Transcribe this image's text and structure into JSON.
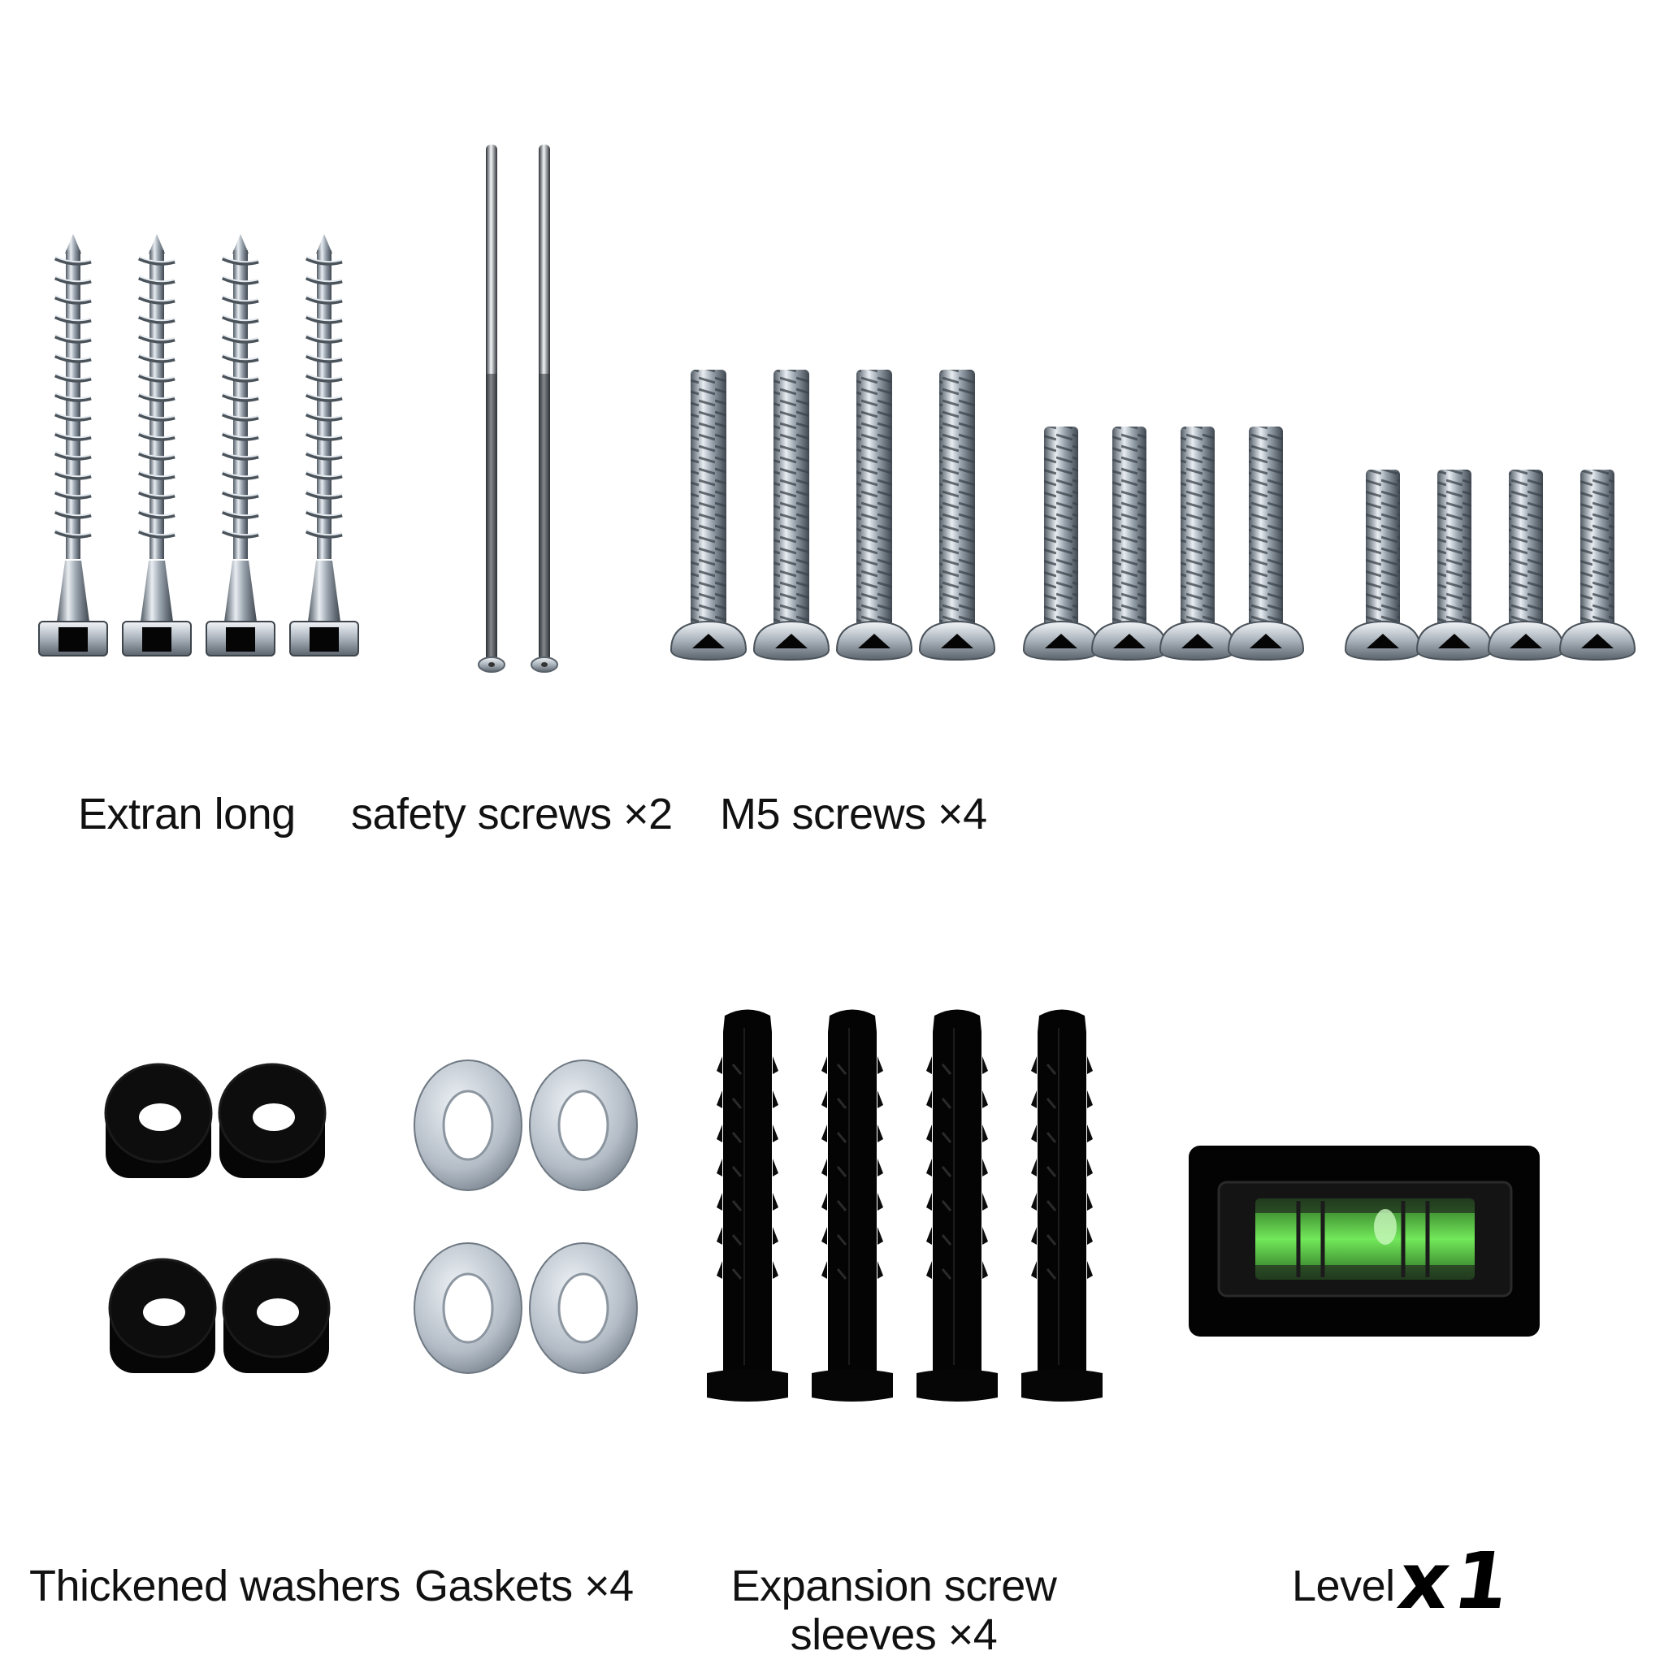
{
  "background": "#ffffff",
  "labels": {
    "extra_long": "Extran long",
    "safety_screws": "safety screws ×2",
    "m5_screws": "M5 screws ×4",
    "thickened_washers": "Thickened washers",
    "gaskets": "Gaskets ×4",
    "expansion_sleeves_line1": "Expansion screw",
    "expansion_sleeves_line2": "sleeves ×4",
    "level": "Level",
    "level_handwritten_qty": "x1"
  },
  "counts": {
    "lag_screws": 4,
    "safety_screws": 2,
    "m5_groups": 3,
    "m5_per_group": 4,
    "thick_washers": 4,
    "gaskets": 4,
    "expansion_sleeves": 4,
    "levels": 1
  },
  "colors": {
    "steel": "#aeb7c0",
    "steel_dark": "#5d6670",
    "black_part": "#050505",
    "level_bubble": "#5fdc4a",
    "text": "#111111"
  }
}
